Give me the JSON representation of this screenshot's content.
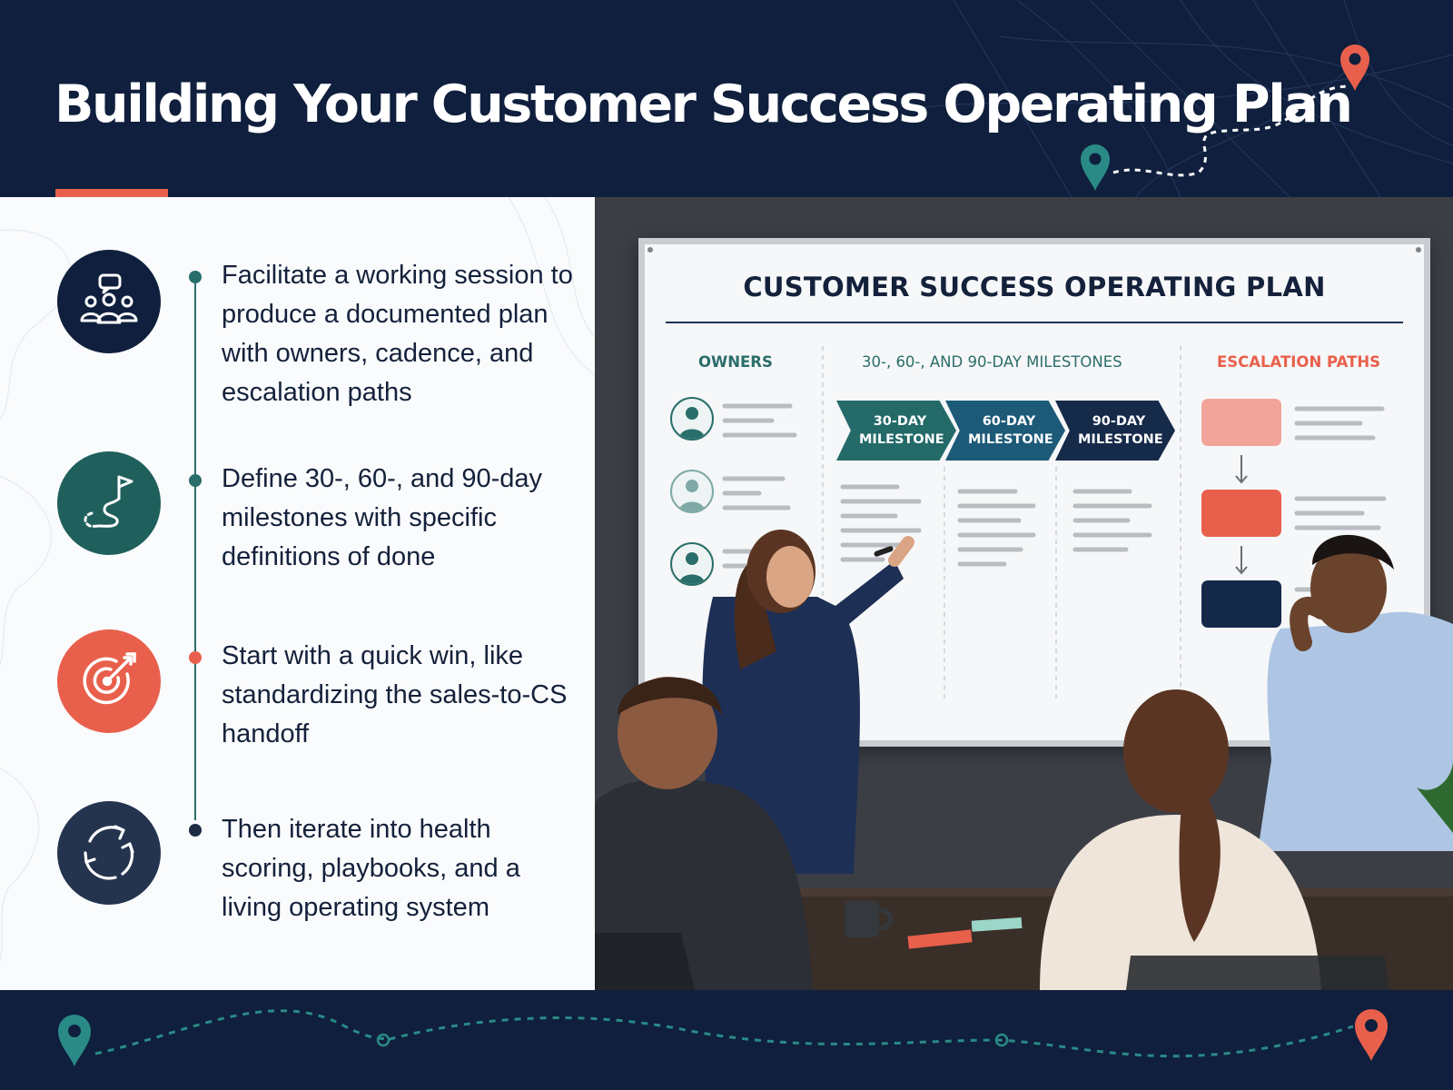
{
  "title": "Building Your Customer Success Operating Plan",
  "colors": {
    "navy": "#0f1f3d",
    "teal": "#2a6e6b",
    "coral": "#e8604c",
    "slate": "#24344f"
  },
  "steps": [
    {
      "icon": "meeting-group-icon",
      "text": "Facilitate a working session to produce a documented plan with owners, cadence, and escalation paths"
    },
    {
      "icon": "milestone-path-flag-icon",
      "text": "Define 30-, 60-, and 90-day milestones with specific definitions of done"
    },
    {
      "icon": "target-arrow-icon",
      "text": "Start with a quick win, like standardizing the sales-to-CS handoff"
    },
    {
      "icon": "iterate-cycle-icon",
      "text": "Then iterate into health scoring, playbooks, and a living operating system"
    }
  ],
  "whiteboard": {
    "title": "CUSTOMER SUCCESS OPERATING PLAN",
    "owners_heading": "OWNERS",
    "milestones_heading": "30-, 60-, AND 90-DAY MILESTONES",
    "escalation_heading": "ESCALATION PATHS",
    "milestones": [
      "30-DAY MILESTONE",
      "60-DAY MILESTONE",
      "90-DAY MILESTONE"
    ]
  }
}
